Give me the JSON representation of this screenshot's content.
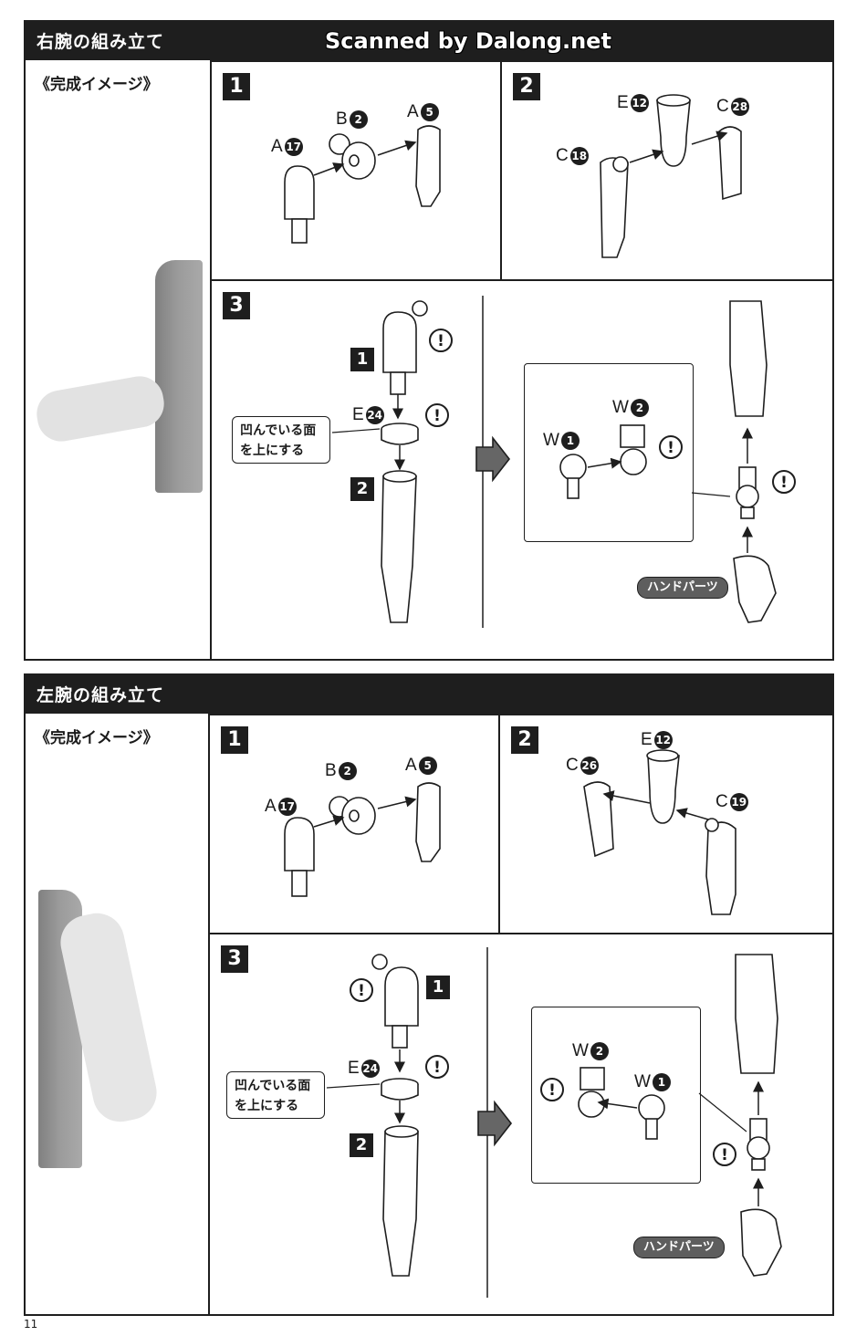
{
  "watermark": "Scanned by Dalong.net",
  "page_number": "11",
  "sections": [
    {
      "title": "右腕の組み立て",
      "image_label": "《完成イメージ》",
      "step1": {
        "num": "1",
        "labels": [
          {
            "l": "A",
            "n": "17"
          },
          {
            "l": "B",
            "n": "2"
          },
          {
            "l": "A",
            "n": "5"
          }
        ]
      },
      "step2": {
        "num": "2",
        "labels": [
          {
            "l": "E",
            "n": "12"
          },
          {
            "l": "C",
            "n": "28"
          },
          {
            "l": "C",
            "n": "18"
          }
        ]
      },
      "step3": {
        "num": "3",
        "sub_top": "1",
        "sub_bottom": "2",
        "ring_label": {
          "l": "E",
          "n": "24"
        },
        "note_line1": "凹んでいる面",
        "note_line2": "を上にする",
        "detail_labels": [
          {
            "l": "W",
            "n": "2"
          },
          {
            "l": "W",
            "n": "1"
          }
        ],
        "warn": "!",
        "hand_parts": "ハンドパーツ"
      }
    },
    {
      "title": "左腕の組み立て",
      "image_label": "《完成イメージ》",
      "step1": {
        "num": "1",
        "labels": [
          {
            "l": "B",
            "n": "2"
          },
          {
            "l": "A",
            "n": "5"
          },
          {
            "l": "A",
            "n": "17"
          }
        ]
      },
      "step2": {
        "num": "2",
        "labels": [
          {
            "l": "E",
            "n": "12"
          },
          {
            "l": "C",
            "n": "26"
          },
          {
            "l": "C",
            "n": "19"
          }
        ]
      },
      "step3": {
        "num": "3",
        "sub_top": "1",
        "sub_bottom": "2",
        "ring_label": {
          "l": "E",
          "n": "24"
        },
        "note_line1": "凹んでいる面",
        "note_line2": "を上にする",
        "detail_labels": [
          {
            "l": "W",
            "n": "2"
          },
          {
            "l": "W",
            "n": "1"
          }
        ],
        "warn": "!",
        "hand_parts": "ハンドパーツ"
      }
    }
  ]
}
